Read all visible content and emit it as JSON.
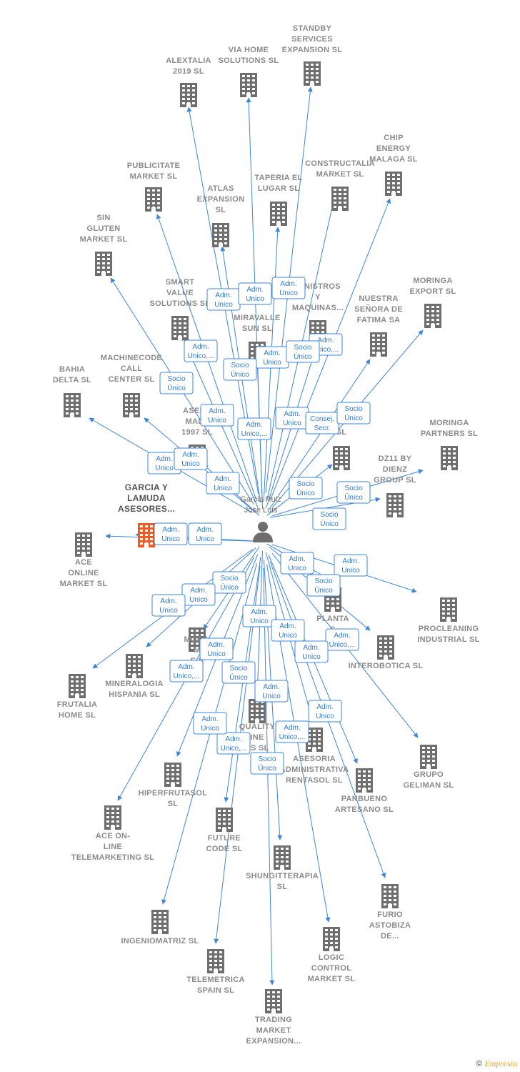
{
  "center": {
    "name": [
      "Garcia Ruiz",
      "Jose Luis"
    ],
    "icon": "person-icon"
  },
  "colors": {
    "edge": "#3d86dc",
    "building": "#6e6e6e",
    "highlight": "#f05a23",
    "label": "#8a8a8a"
  },
  "nodes": [
    {
      "id": "alextalia",
      "lines": [
        "ALEXTALIA",
        "2019  SL"
      ]
    },
    {
      "id": "viahome",
      "lines": [
        "VIA HOME",
        "SOLUTIONS SL"
      ]
    },
    {
      "id": "standby",
      "lines": [
        "STANDBY",
        "SERVICES",
        "EXPANSION SL"
      ]
    },
    {
      "id": "publicitate",
      "lines": [
        "PUBLICITATE",
        "MARKET  SL"
      ]
    },
    {
      "id": "atlas",
      "lines": [
        "ATLAS",
        "EXPANSION",
        "SL"
      ]
    },
    {
      "id": "taperia",
      "lines": [
        "TAPERIA EL",
        "LUGAR SL"
      ]
    },
    {
      "id": "constructalia",
      "lines": [
        "CONSTRUCTALIA",
        "MARKET  SL"
      ]
    },
    {
      "id": "chip",
      "lines": [
        "CHIP",
        "ENERGY",
        "MALAGA  SL"
      ]
    },
    {
      "id": "singluten",
      "lines": [
        "SIN",
        "GLUTEN",
        "MARKET  SL"
      ]
    },
    {
      "id": "smart",
      "lines": [
        "SMART",
        "VALUE",
        "SOLUTIONS SL"
      ]
    },
    {
      "id": "suministros",
      "lines": [
        "MINISTROS",
        "Y",
        "MAQUINAS..."
      ]
    },
    {
      "id": "miravalle",
      "lines": [
        "MIRAVALLE",
        "SUN  SL"
      ]
    },
    {
      "id": "nuestra",
      "lines": [
        "NUESTRA",
        "SEÑORA DE",
        "FATIMA SA"
      ]
    },
    {
      "id": "moringaexp",
      "lines": [
        "MORINGA",
        "EXPORT  SL"
      ]
    },
    {
      "id": "bahia",
      "lines": [
        "BAHIA",
        "DELTA SL"
      ]
    },
    {
      "id": "machinecode",
      "lines": [
        "MACHINECODE",
        "CALL",
        "CENTER  SL"
      ]
    },
    {
      "id": "asesmala",
      "lines": [
        "ASESO",
        "MALA",
        "1997  SL"
      ]
    },
    {
      "id": "hiddennode",
      "lines": [
        "SL"
      ]
    },
    {
      "id": "moringapart",
      "lines": [
        "MORINGA",
        "PARTNERS  SL"
      ]
    },
    {
      "id": "dz11",
      "lines": [
        "DZ11 BY",
        "DIENZ",
        "GROUP  SL"
      ]
    },
    {
      "id": "garcialamuda",
      "lines": [
        "GARCIA Y",
        "LAMUDA",
        "ASESORES..."
      ],
      "highlight": true
    },
    {
      "id": "aceonline",
      "lines": [
        "ACE",
        "ONLINE",
        "MARKET SL"
      ]
    },
    {
      "id": "planta",
      "lines": [
        "PLANTA",
        "S"
      ]
    },
    {
      "id": "procleaning",
      "lines": [
        "PROCLEANING",
        "INDUSTRIAL SL"
      ]
    },
    {
      "id": "interobotica",
      "lines": [
        "INTEROBOTICA SL"
      ]
    },
    {
      "id": "mineralogia",
      "lines": [
        "MINERALOGIA",
        "HISPANIA  SL"
      ]
    },
    {
      "id": "mobile",
      "lines": [
        "MOBIL",
        "M",
        "E  S"
      ]
    },
    {
      "id": "frutalia",
      "lines": [
        "FRUTALIA",
        "HOME  SL"
      ]
    },
    {
      "id": "quality",
      "lines": [
        "QUALITY",
        "INE",
        "ES  SL"
      ]
    },
    {
      "id": "asesoria",
      "lines": [
        "ASESORIA",
        "ADMINISTRATIVA",
        "RENTASOL SL"
      ]
    },
    {
      "id": "grupogel",
      "lines": [
        "GRUPO",
        "GELIMAN  SL"
      ]
    },
    {
      "id": "hiperfrutasol",
      "lines": [
        "HIPERFRUTASOL",
        "SL"
      ]
    },
    {
      "id": "panbueno",
      "lines": [
        "PANBUENO",
        "ARTESANO  SL"
      ]
    },
    {
      "id": "aceonline2",
      "lines": [
        "ACE ON-",
        "LINE",
        "TELEMARKETING SL"
      ]
    },
    {
      "id": "futurecode",
      "lines": [
        "FUTURE",
        "CODE  SL"
      ]
    },
    {
      "id": "shungit",
      "lines": [
        "SHUNGITTERAPIA",
        "SL"
      ]
    },
    {
      "id": "furio",
      "lines": [
        "FURIO",
        "ASTOBIZA",
        "DE..."
      ]
    },
    {
      "id": "ingeniomatriz",
      "lines": [
        "INGENIOMATRIZ SL"
      ]
    },
    {
      "id": "logic",
      "lines": [
        "LOGIC",
        "CONTROL",
        "MARKET  SL"
      ]
    },
    {
      "id": "telemetrica",
      "lines": [
        "TELEMETRICA",
        "SPAIN  SL"
      ]
    },
    {
      "id": "trading",
      "lines": [
        "TRADING",
        "MARKET",
        "EXPANSION..."
      ]
    }
  ],
  "edge_labels": [
    {
      "id": "e1",
      "lines": [
        "Adm.",
        "Unico"
      ]
    },
    {
      "id": "e2",
      "lines": [
        "Adm.",
        "Unico"
      ]
    },
    {
      "id": "e3",
      "lines": [
        "Adm.",
        "Unico"
      ]
    },
    {
      "id": "e4",
      "lines": [
        "Adm.",
        "Unico,..."
      ]
    },
    {
      "id": "e5",
      "lines": [
        "Socio",
        "Único"
      ]
    },
    {
      "id": "e6",
      "lines": [
        "Adm.",
        "Unico"
      ]
    },
    {
      "id": "e7",
      "lines": [
        "Socio",
        "Único"
      ]
    },
    {
      "id": "e8",
      "lines": [
        "Adm.",
        "Unico,..."
      ]
    },
    {
      "id": "e9",
      "lines": [
        "Socio",
        "Único"
      ]
    },
    {
      "id": "e10",
      "lines": [
        "Adm.",
        "Unico"
      ]
    },
    {
      "id": "e11",
      "lines": [
        "Adm.",
        "Unico,..."
      ]
    },
    {
      "id": "e12",
      "lines": [
        "Adm.",
        "Unico"
      ]
    },
    {
      "id": "e13",
      "lines": [
        "Consej.",
        "Secr."
      ]
    },
    {
      "id": "e14",
      "lines": [
        "Socio",
        "Único"
      ]
    },
    {
      "id": "e15",
      "lines": [
        "Adm.",
        "Unico"
      ]
    },
    {
      "id": "e16",
      "lines": [
        "Adm.",
        "Unico"
      ]
    },
    {
      "id": "e17",
      "lines": [
        "Adm.",
        "Unico"
      ]
    },
    {
      "id": "e18",
      "lines": [
        "Socio",
        "Único"
      ]
    },
    {
      "id": "e19",
      "lines": [
        "Socio",
        "Único"
      ]
    },
    {
      "id": "e20",
      "lines": [
        "Socio",
        "Único"
      ]
    },
    {
      "id": "e21",
      "lines": [
        "Adm.",
        "Unico"
      ]
    },
    {
      "id": "e22",
      "lines": [
        "Adm.",
        "Unico"
      ]
    },
    {
      "id": "e23",
      "lines": [
        "Adm.",
        "Unico"
      ]
    },
    {
      "id": "e24",
      "lines": [
        "Adm.",
        "Unico"
      ]
    },
    {
      "id": "e25",
      "lines": [
        "Socio",
        "Único"
      ]
    },
    {
      "id": "e26",
      "lines": [
        "Adm.",
        "Unico"
      ]
    },
    {
      "id": "e27",
      "lines": [
        "Socio",
        "Único"
      ]
    },
    {
      "id": "e28",
      "lines": [
        "Adm.",
        "Unico"
      ]
    },
    {
      "id": "e29",
      "lines": [
        "Adm.",
        "Unico"
      ]
    },
    {
      "id": "e30",
      "lines": [
        "Adm.",
        "Unico"
      ]
    },
    {
      "id": "e31",
      "lines": [
        "Adm.",
        "Unico,..."
      ]
    },
    {
      "id": "e32",
      "lines": [
        "Adm.",
        "Unico"
      ]
    },
    {
      "id": "e33",
      "lines": [
        "Adm.",
        "Unico"
      ]
    },
    {
      "id": "e34",
      "lines": [
        "Adm.",
        "Unico,..."
      ]
    },
    {
      "id": "e35",
      "lines": [
        "Socio",
        "Único"
      ]
    },
    {
      "id": "e36",
      "lines": [
        "Adm.",
        "Unico"
      ]
    },
    {
      "id": "e37",
      "lines": [
        "Adm.",
        "Unico"
      ]
    },
    {
      "id": "e38",
      "lines": [
        "Adm.",
        "Unico,..."
      ]
    },
    {
      "id": "e39",
      "lines": [
        "Adm.",
        "Unico,..."
      ]
    },
    {
      "id": "e40",
      "lines": [
        "Socio",
        "Único"
      ]
    },
    {
      "id": "e41",
      "lines": [
        "Adm.",
        "Unico"
      ]
    }
  ],
  "footer": {
    "copyright": "©",
    "brand": "Empresia"
  }
}
